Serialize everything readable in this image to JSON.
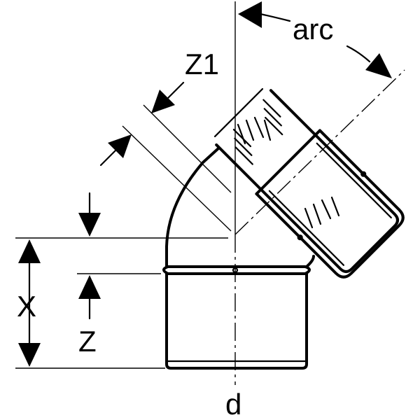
{
  "diagram": {
    "labels": {
      "arc": "arc",
      "z1": "Z1",
      "x": "X",
      "z": "Z",
      "d": "d"
    }
  }
}
